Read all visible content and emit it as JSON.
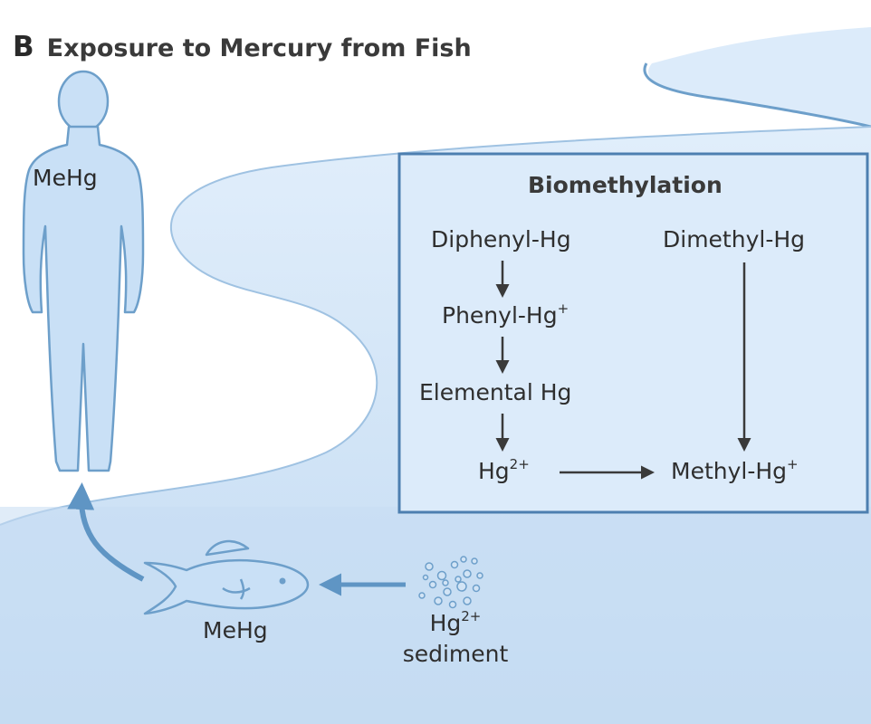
{
  "figure": {
    "panel_letter": "B",
    "panel_title": "Exposure to Mercury from Fish"
  },
  "human": {
    "label": "MeHg"
  },
  "biomethylation": {
    "title": "Biomethylation",
    "diphenyl": "Diphenyl-Hg",
    "phenyl": {
      "base": "Phenyl-Hg",
      "charge": "+"
    },
    "elemental": "Elemental Hg",
    "hg2": {
      "base": "Hg",
      "charge": "2+"
    },
    "dimethyl": "Dimethyl-Hg",
    "methyl": {
      "base": "Methyl-Hg",
      "charge": "+"
    }
  },
  "fish": {
    "label": "MeHg"
  },
  "sediment": {
    "ion": {
      "base": "Hg",
      "charge": "2+"
    },
    "label": "sediment"
  },
  "colors": {
    "water_light": "#dcebfa",
    "water_deep": "#c6ddf3",
    "outline_blue": "#6d9fca",
    "figure_fill": "#c9e0f6",
    "arrow_blue": "#5f95c4",
    "box_border": "#4d7fb0",
    "text": "#2e2e2e"
  }
}
